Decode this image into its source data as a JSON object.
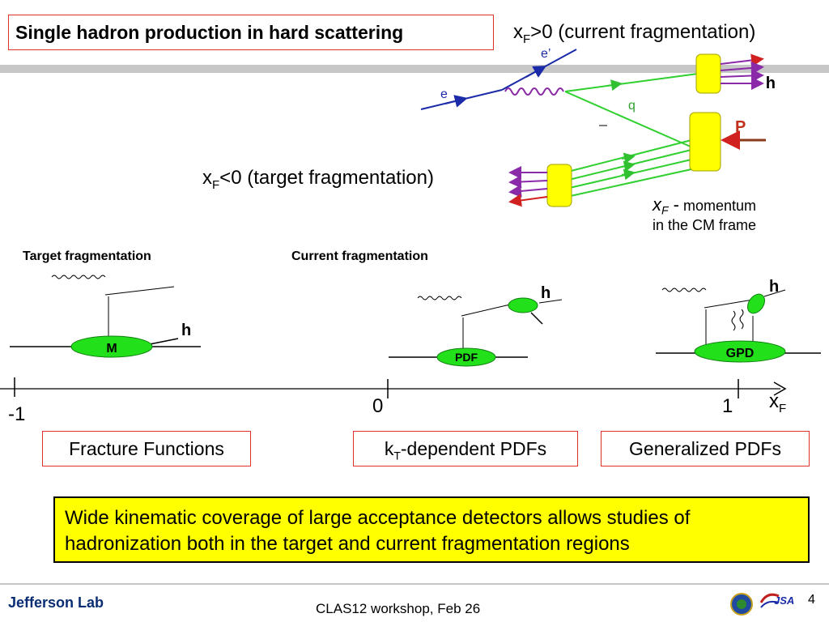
{
  "header": {
    "title": "Single hadron production in hard scattering"
  },
  "top_diagram": {
    "xf_pos_main": "x",
    "xf_pos_sub": "F",
    "xf_pos_rest": ">0 (current fragmentation)",
    "xf_neg_main": "x",
    "xf_neg_sub": "F",
    "xf_neg_rest": "<0 (target fragmentation)",
    "label_e": "e",
    "label_eprime": "e’",
    "label_q": "q",
    "label_P": "P",
    "label_h": "h",
    "xf_def_main": "x",
    "xf_def_sub": "F",
    "xf_def_dash": " -",
    "xf_def_line1": "momentum",
    "xf_def_line2": "in the CM frame"
  },
  "lower_diagrams": {
    "target_label": "Target fragmentation",
    "current_label": "Current  fragmentation",
    "blob_M": "M",
    "blob_PDF": "PDF",
    "blob_GPD": "GPD",
    "h1": "h",
    "h2": "h",
    "h3": "h"
  },
  "axis": {
    "tick_minus1": "-1",
    "tick_0": "0",
    "tick_1": "1",
    "label_main": "x",
    "label_sub": "F"
  },
  "boxes": {
    "fracture": "Fracture Functions",
    "kt_main": "k",
    "kt_sub": "T",
    "kt_rest": "-dependent PDFs",
    "gpd": "Generalized PDFs"
  },
  "note": {
    "text": "Wide kinematic coverage of large acceptance detectors allows studies of hadronization both in the target and current fragmentation regions"
  },
  "footer": {
    "logo": "Jefferson Lab",
    "event": "CLAS12 workshop,  Feb 26",
    "page": "4",
    "jsa": "JSA"
  },
  "colors": {
    "accent_red": "#e0302a",
    "blob_green": "#22e01a",
    "blob_yellow": "#ffff00",
    "quark_green": "#30d030",
    "note_bg": "#ffff00"
  }
}
